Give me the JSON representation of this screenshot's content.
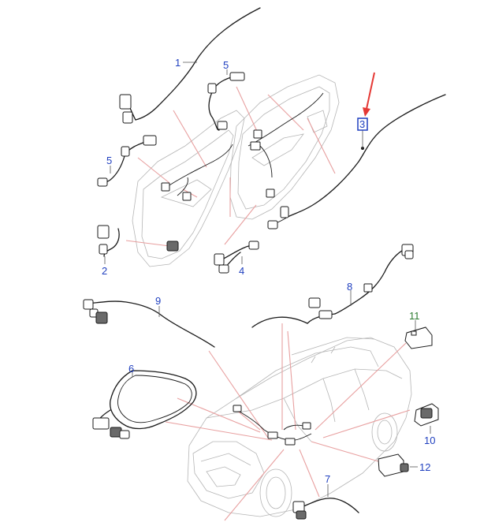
{
  "colors": {
    "label_blue": "#1f3fbf",
    "label_green": "#2e7d32",
    "leader_red": "#e8a0a0",
    "arrow_red": "#e53935",
    "highlight_box": "#1f3fbf"
  },
  "callouts": [
    {
      "id": "c1",
      "text": "1",
      "color": "blue"
    },
    {
      "id": "c2",
      "text": "2",
      "color": "blue"
    },
    {
      "id": "c3",
      "text": "3",
      "color": "blue",
      "highlighted": true
    },
    {
      "id": "c4",
      "text": "4",
      "color": "blue"
    },
    {
      "id": "c5a",
      "text": "5",
      "color": "blue"
    },
    {
      "id": "c5b",
      "text": "5",
      "color": "blue"
    },
    {
      "id": "c6",
      "text": "6",
      "color": "blue"
    },
    {
      "id": "c7",
      "text": "7",
      "color": "blue"
    },
    {
      "id": "c8",
      "text": "8",
      "color": "blue"
    },
    {
      "id": "c9",
      "text": "9",
      "color": "blue"
    },
    {
      "id": "c10",
      "text": "10",
      "color": "blue"
    },
    {
      "id": "c11",
      "text": "11",
      "color": "green"
    },
    {
      "id": "c12",
      "text": "12",
      "color": "blue"
    }
  ]
}
